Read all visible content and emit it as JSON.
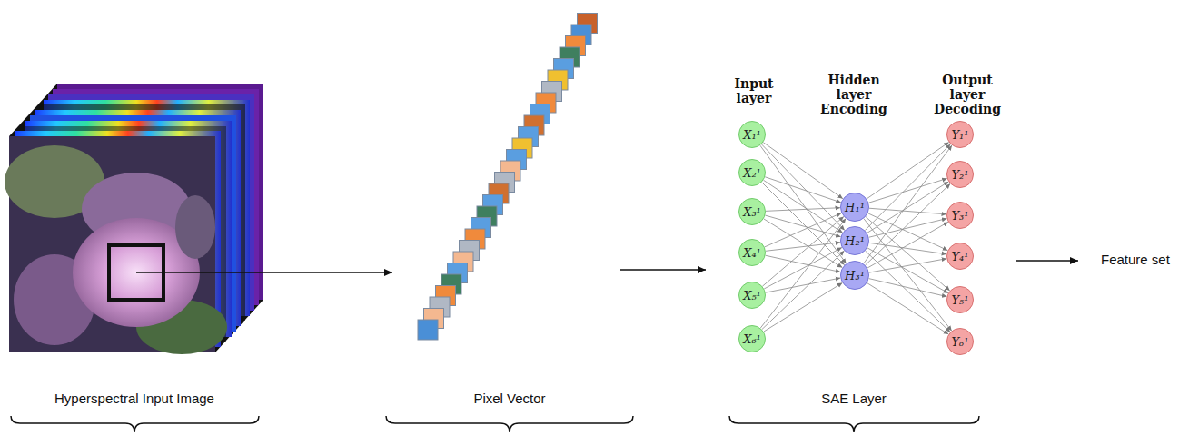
{
  "diagram": {
    "nodes": [
      {
        "text": [
          "X₁¹"
        ]
      },
      {
        "text": [
          "X₂¹"
        ]
      },
      {
        "text": [
          "X₃¹"
        ]
      },
      {
        "text": [
          "X₄¹"
        ]
      },
      {
        "text": [
          "X₅¹"
        ]
      },
      {
        "text": [
          "X₆¹"
        ]
      },
      {
        "text": [
          "H₁¹"
        ]
      },
      {
        "text": [
          "H₂¹"
        ]
      },
      {
        "text": [
          "H₃¹"
        ]
      },
      {
        "text": [
          "Y₁¹"
        ]
      },
      {
        "text": [
          "Y₂¹"
        ]
      },
      {
        "text": [
          "Y₃¹"
        ]
      },
      {
        "text": [
          "Y₄¹"
        ]
      },
      {
        "text": [
          "Y₅¹"
        ]
      },
      {
        "text": [
          "Y₆¹"
        ]
      }
    ],
    "edges": [
      {
        "from": 0,
        "to": 6,
        "arrow": "to"
      },
      {
        "from": 0,
        "to": 7,
        "arrow": "to"
      },
      {
        "from": 0,
        "to": 8,
        "arrow": "to"
      },
      {
        "from": 1,
        "to": 6,
        "arrow": "to"
      },
      {
        "from": 1,
        "to": 7,
        "arrow": "to"
      },
      {
        "from": 1,
        "to": 8,
        "arrow": "to"
      },
      {
        "from": 2,
        "to": 6,
        "arrow": "to"
      },
      {
        "from": 2,
        "to": 7,
        "arrow": "to"
      },
      {
        "from": 2,
        "to": 8,
        "arrow": "to"
      },
      {
        "from": 3,
        "to": 6,
        "arrow": "to"
      },
      {
        "from": 3,
        "to": 7,
        "arrow": "to"
      },
      {
        "from": 3,
        "to": 8,
        "arrow": "to"
      },
      {
        "from": 4,
        "to": 6,
        "arrow": "to"
      },
      {
        "from": 4,
        "to": 7,
        "arrow": "to"
      },
      {
        "from": 4,
        "to": 8,
        "arrow": "to"
      },
      {
        "from": 5,
        "to": 6,
        "arrow": "to"
      },
      {
        "from": 5,
        "to": 7,
        "arrow": "to"
      },
      {
        "from": 5,
        "to": 8,
        "arrow": "to"
      },
      {
        "from": 6,
        "to": 9,
        "arrow": "to"
      },
      {
        "from": 6,
        "to": 10,
        "arrow": "to"
      },
      {
        "from": 6,
        "to": 11,
        "arrow": "to"
      },
      {
        "from": 6,
        "to": 12,
        "arrow": "to"
      },
      {
        "from": 6,
        "to": 13,
        "arrow": "to"
      },
      {
        "from": 6,
        "to": 14,
        "arrow": "to"
      },
      {
        "from": 7,
        "to": 9,
        "arrow": "to"
      },
      {
        "from": 7,
        "to": 10,
        "arrow": "to"
      },
      {
        "from": 7,
        "to": 11,
        "arrow": "to"
      },
      {
        "from": 7,
        "to": 12,
        "arrow": "to"
      },
      {
        "from": 7,
        "to": 13,
        "arrow": "to"
      },
      {
        "from": 7,
        "to": 14,
        "arrow": "to"
      },
      {
        "from": 8,
        "to": 9,
        "arrow": "to"
      },
      {
        "from": 8,
        "to": 10,
        "arrow": "to"
      },
      {
        "from": 8,
        "to": 11,
        "arrow": "to"
      },
      {
        "from": 8,
        "to": 12,
        "arrow": "to"
      },
      {
        "from": 8,
        "to": 13,
        "arrow": "to"
      },
      {
        "from": 8,
        "to": 14,
        "arrow": "to"
      }
    ],
    "labels": [
      "Input layer",
      "Hidden layer Encoding",
      "Output layer Decoding",
      "Hyperspectral Input Image",
      "Pixel Vector",
      "SAE Layer",
      "Feature set"
    ]
  }
}
